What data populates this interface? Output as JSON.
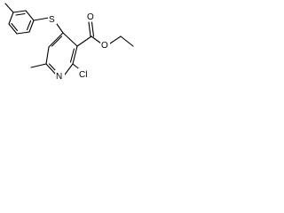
{
  "molecule": {
    "atoms": {
      "sulfur": "S",
      "ester_carbonyl_oxygen": "O",
      "ester_ether_oxygen": "O",
      "ring_nitrogen": "N",
      "chlorine": "Cl"
    }
  }
}
